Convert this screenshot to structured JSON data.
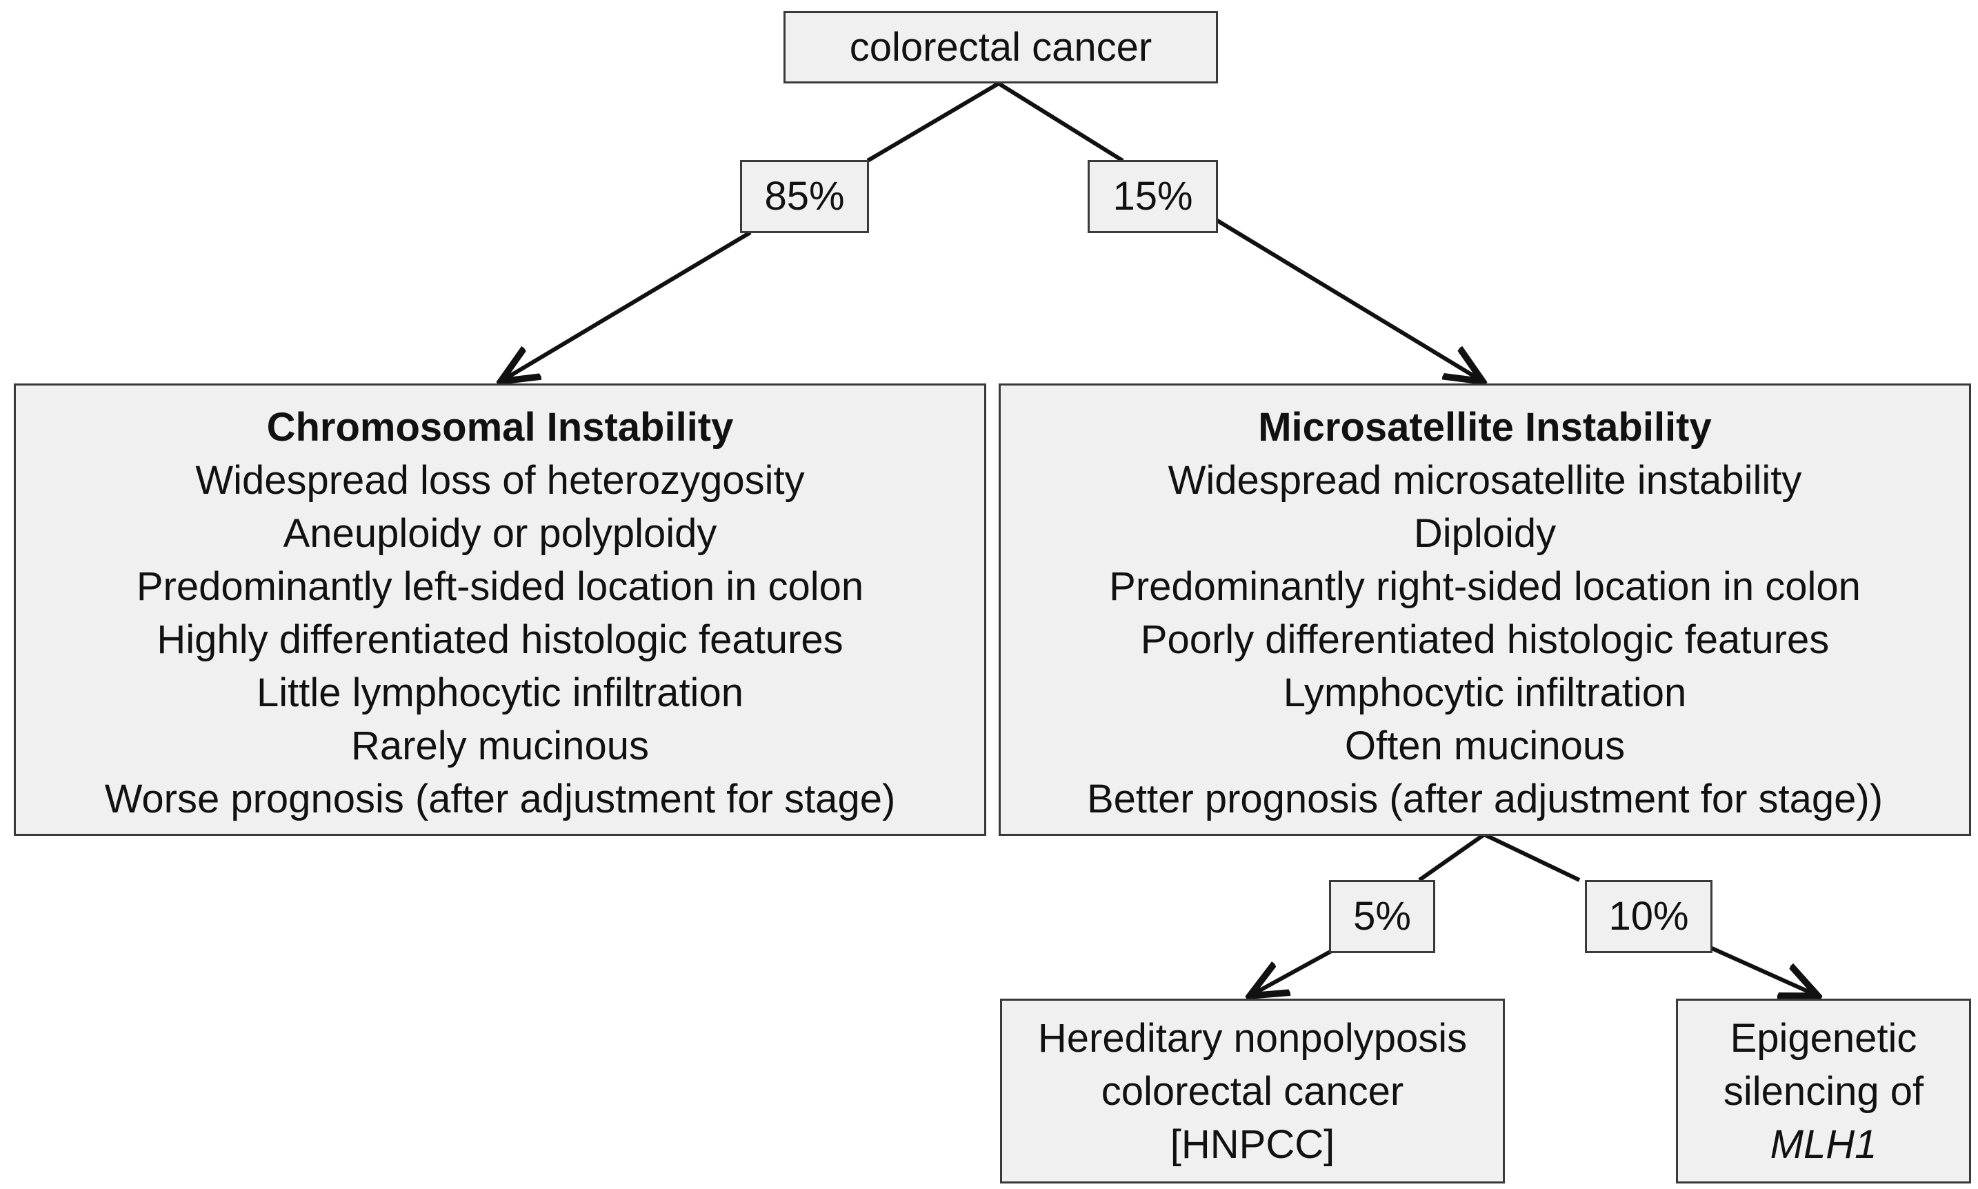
{
  "root": {
    "label": "colorectal cancer"
  },
  "branches": {
    "left_percent": "85%",
    "right_percent": "15%",
    "msi_left_percent": "5%",
    "msi_right_percent": "10%"
  },
  "chromosomal": {
    "title": "Chromosomal Instability",
    "lines": [
      "Widespread loss of heterozygosity",
      "Aneuploidy or polyploidy",
      "Predominantly left-sided location in colon",
      "Highly differentiated histologic features",
      "Little lymphocytic infiltration",
      "Rarely mucinous",
      "Worse prognosis (after adjustment for stage)"
    ]
  },
  "microsatellite": {
    "title": "Microsatellite Instability",
    "lines": [
      "Widespread microsatellite instability",
      "Diploidy",
      "Predominantly right-sided location in colon",
      "Poorly differentiated histologic features",
      "Lymphocytic infiltration",
      "Often mucinous",
      "Better prognosis (after adjustment for stage))"
    ]
  },
  "hnpcc": {
    "lines": [
      "Hereditary nonpolyposis",
      "colorectal cancer",
      "[HNPCC]"
    ]
  },
  "epigenetic": {
    "lines": [
      "Epigenetic",
      "silencing of",
      "MLH1"
    ]
  }
}
